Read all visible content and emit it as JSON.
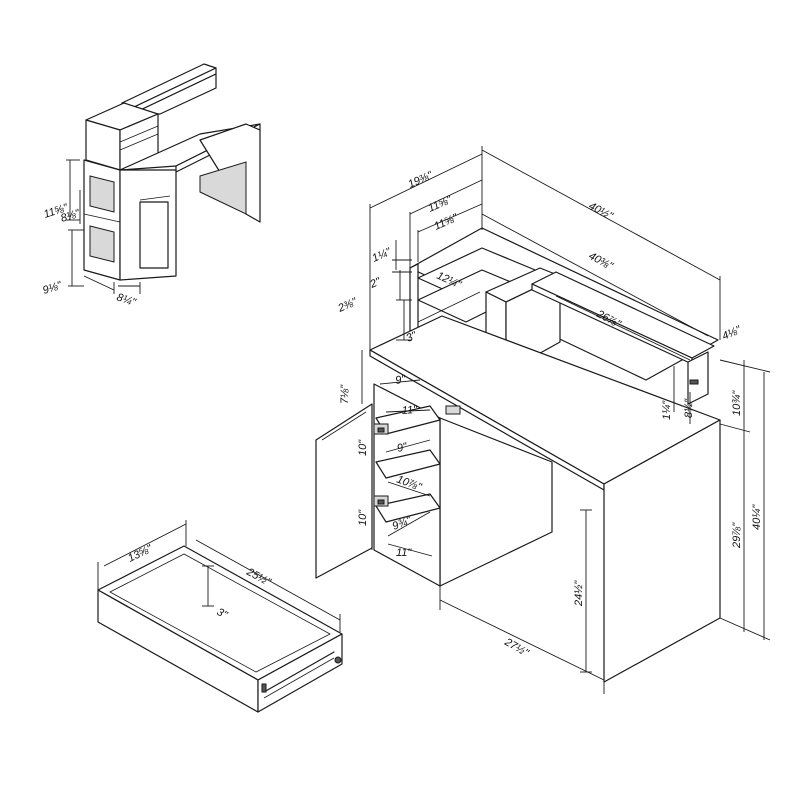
{
  "dimensions": {
    "thumb_top_height": "11⅝\"",
    "thumb_shelf_height": "8⅛\"",
    "thumb_bottom_height": "9⅛\"",
    "thumb_depth": "8¼\"",
    "hutch_width": "19⅜\"",
    "hutch_shelf_width_a": "11⅝\"",
    "hutch_shelf_width_b": "11⅝\"",
    "overall_width": "40½\"",
    "top_width": "40⅜\"",
    "gap_a": "1¼\"",
    "gap_b": "2\"",
    "hutch_shelf_depth": "12¼\"",
    "hutch_rise": "2⅜\"",
    "riser_length": "26⅞\"",
    "riser_depth": "4⅛\"",
    "bottom_gap": "3\"",
    "cabinet_top_gap": "7⅛\"",
    "cabinet_width": "9\"",
    "cabinet_shelf_width": "11\"",
    "door_height_upper": "10\"",
    "inner_width": "9\"",
    "inner_depth": "10⅞\"",
    "door_height_lower": "10\"",
    "inner_shelf_width": "9¾\"",
    "cabinet_base_width": "11\"",
    "riser_height": "1¼\"",
    "riser_drop": "8½\"",
    "hutch_height": "10¾\"",
    "knee_height": "24½\"",
    "desk_height": "29⅞\"",
    "total_height": "40¼\"",
    "desk_depth": "27½\"",
    "drawer_depth": "13⅝\"",
    "drawer_width": "25½\"",
    "drawer_height": "3\""
  }
}
